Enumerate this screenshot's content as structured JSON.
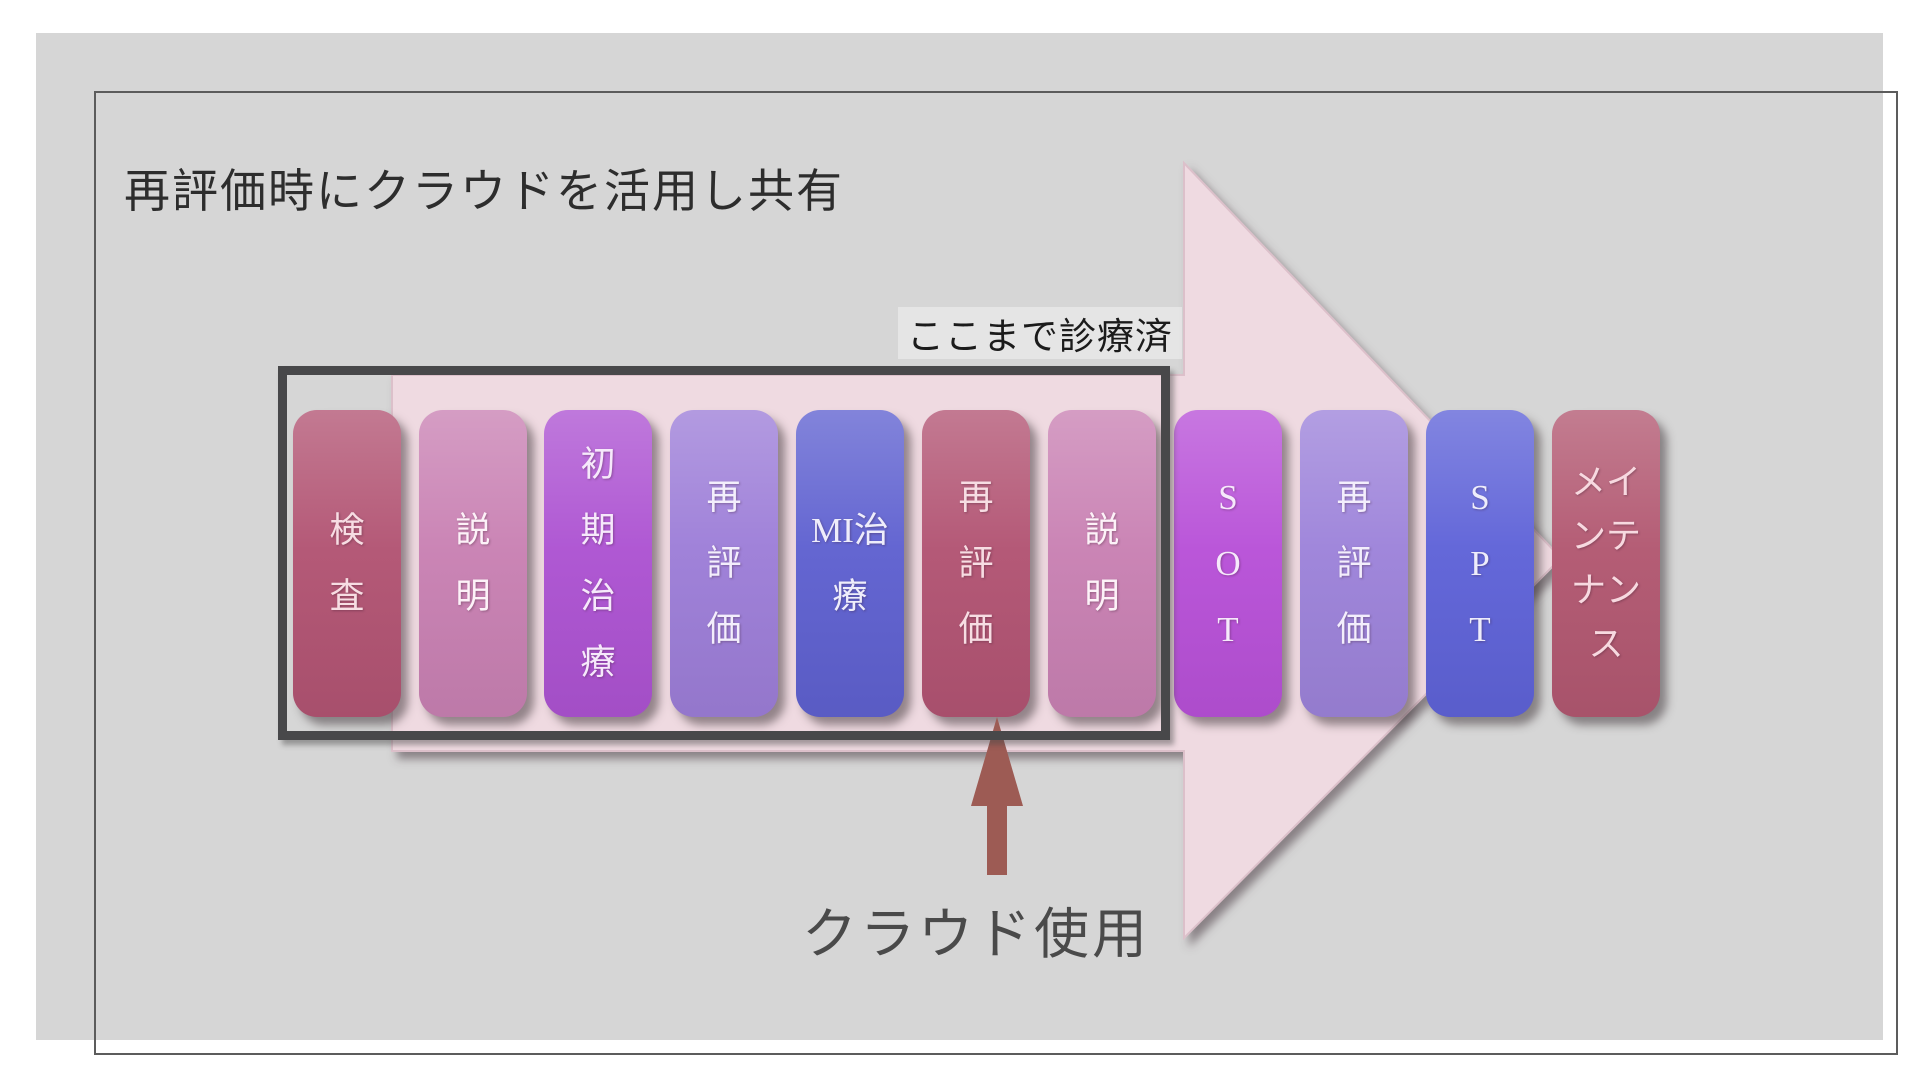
{
  "slide": {
    "title": "再評価時にクラウドを活用し共有",
    "treated_label": "ここまで診療済",
    "cloud_label": "クラウド使用",
    "background_color": "#d6d6d6",
    "big_arrow_color": "#efdae1",
    "outline_color": "#48484a",
    "callout_arrow_color": "#9d5b54"
  },
  "flow": {
    "steps": [
      {
        "label": "検査",
        "lines": [
          "検",
          "査"
        ],
        "color": "#b25473",
        "text_color": "#f7dde3"
      },
      {
        "label": "説明",
        "lines": [
          "説",
          "明"
        ],
        "color": "#c981b3",
        "text_color": "#fdf2f8"
      },
      {
        "label": "初期治療",
        "lines": [
          "初",
          "期",
          "治",
          "療"
        ],
        "color": "#ad53d2",
        "text_color": "#f6e9fb"
      },
      {
        "label": "再評価",
        "lines": [
          "再",
          "評",
          "価"
        ],
        "color": "#9d7ed8",
        "text_color": "#f3eefc"
      },
      {
        "label": "MI治療",
        "lines": [
          "MI治",
          "療"
        ],
        "color": "#5f61d0",
        "text_color": "#eeedfb"
      },
      {
        "label": "再評価",
        "lines": [
          "再",
          "評",
          "価"
        ],
        "color": "#b25473",
        "text_color": "#f7dde3"
      },
      {
        "label": "説明",
        "lines": [
          "説",
          "明"
        ],
        "color": "#c981b3",
        "text_color": "#fdf2f8"
      },
      {
        "label": "SOT",
        "lines": [
          "S",
          "O",
          "T"
        ],
        "color": "#b851d8",
        "text_color": "#f6e9fb"
      },
      {
        "label": "再評価",
        "lines": [
          "再",
          "評",
          "価"
        ],
        "color": "#9d83da",
        "text_color": "#f3eefc"
      },
      {
        "label": "SPT",
        "lines": [
          "S",
          "P",
          "T"
        ],
        "color": "#5f63d8",
        "text_color": "#eeedfb"
      },
      {
        "label": "メインテナンス",
        "lines": [
          "メイ",
          "ンテ",
          "ナン",
          "ス"
        ],
        "color": "#b25871",
        "text_color": "#f7d9e0"
      }
    ]
  }
}
